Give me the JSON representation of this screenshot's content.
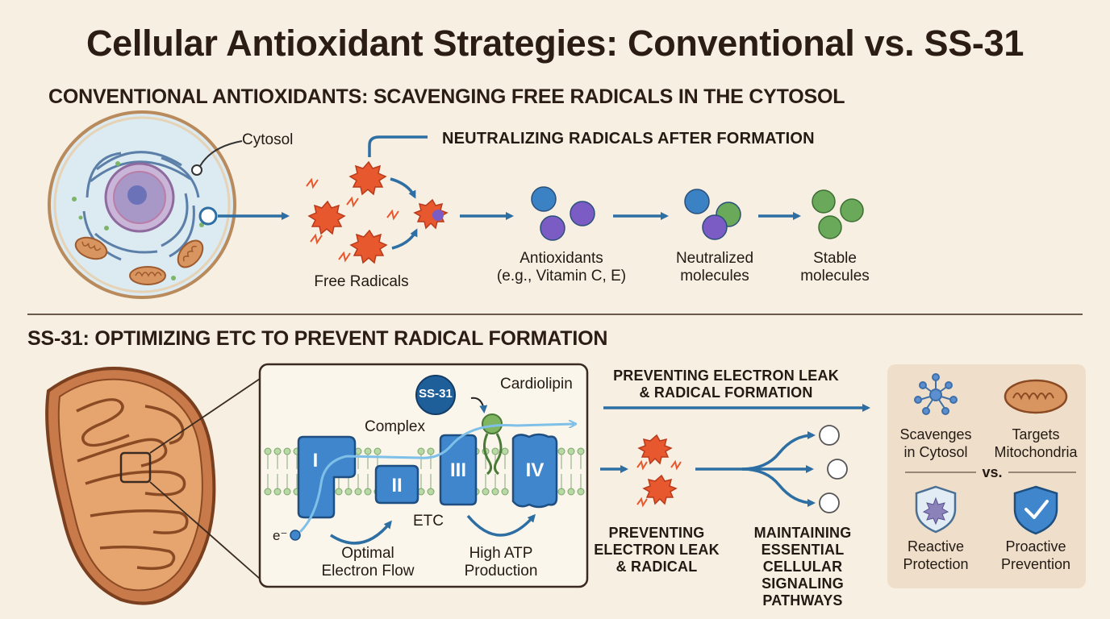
{
  "title": "Cellular Antioxidant Strategies: Conventional vs. SS-31",
  "conventional": {
    "heading": "CONVENTIONAL ANTIOXIDANTS: SCAVENGING FREE RADICALS IN THE CYTOSOL",
    "cytosol_label": "Cytosol",
    "callout": "NEUTRALIZING RADICALS AFTER FORMATION",
    "free_radicals_label": "Free Radicals",
    "antioxidants_label_1": "Antioxidants",
    "antioxidants_label_2": "(e.g., Vitamin C, E)",
    "neutralized_label_1": "Neutralized",
    "neutralized_label_2": "molecules",
    "stable_label_1": "Stable",
    "stable_label_2": "molecules"
  },
  "ss31": {
    "heading": "SS-31: OPTIMIZING ETC TO PREVENT RADICAL FORMATION",
    "ss31_badge": "SS-31",
    "cardiolipin_label": "Cardiolipin",
    "complex_label": "Complex",
    "complex_i": "I",
    "complex_ii": "II",
    "complex_iii": "III",
    "complex_iv": "IV",
    "electron_label": "e⁻",
    "etc_label": "ETC",
    "optimal_flow_1": "Optimal",
    "optimal_flow_2": "Electron Flow",
    "atp_1": "High ATP",
    "atp_2": "Production",
    "preventing_top_1": "PREVENTING ELECTRON LEAK",
    "preventing_top_2": "& RADICAL FORMATION",
    "preventing_bottom_1": "PREVENTING",
    "preventing_bottom_2": "ELECTRON LEAK",
    "preventing_bottom_3": "& RADICAL",
    "maintaining_1": "MAINTAINING",
    "maintaining_2": "ESSENTIAL CELLULAR",
    "maintaining_3": "SIGNALING",
    "maintaining_4": "PATHWAYS"
  },
  "comparison": {
    "scavenges_1": "Scavenges",
    "scavenges_2": "in Cytosol",
    "targets_1": "Targets",
    "targets_2": "Mitochondria",
    "vs": "vs.",
    "reactive_1": "Reactive",
    "reactive_2": "Protection",
    "proactive_1": "Proactive",
    "proactive_2": "Prevention"
  },
  "colors": {
    "arrow_blue": "#2d6ea3",
    "radical_red": "#e8582f",
    "complex_blue": "#3f86cc",
    "antioxidant_blue": "#3b82c4",
    "antioxidant_purple": "#7a5cc4",
    "stable_green": "#6aa85a",
    "mito_brown": "#c97a4a"
  }
}
